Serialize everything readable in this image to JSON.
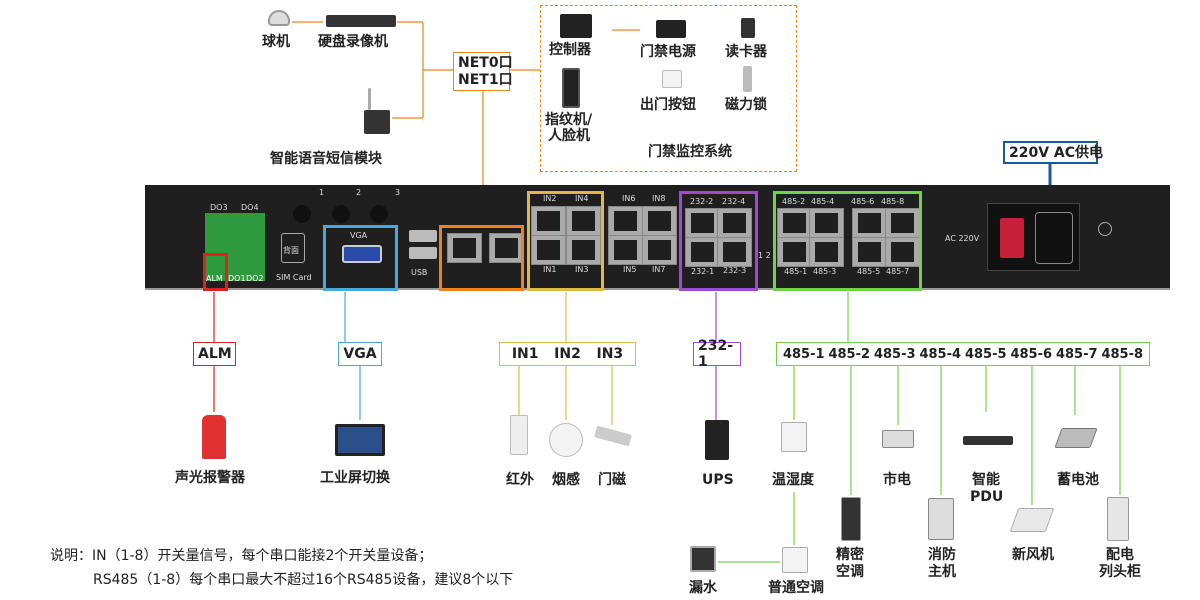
{
  "network": {
    "camera": "球机",
    "nvr": "硬盘录像机",
    "voice_module": "智能语音短信模块",
    "net_ports": [
      "NET0口",
      "NET1口"
    ]
  },
  "access_control": {
    "controller": "控制器",
    "power": "门禁电源",
    "card_reader": "读卡器",
    "fingerprint": "指纹机/",
    "face": "人脸机",
    "exit_button": "出门按钮",
    "magnetic_lock": "磁力锁",
    "title": "门禁监控系统"
  },
  "power_supply": "220V AC供电",
  "panel": {
    "do_top": [
      "DO3",
      "DO4"
    ],
    "do_bottom": [
      "ALM",
      "DO1",
      "DO2"
    ],
    "back": "背面",
    "sim": "SIM Card",
    "antennas": [
      "1",
      "2",
      "3"
    ],
    "vga": "VGA",
    "usb": "USB",
    "in_top": [
      "IN2",
      "IN4",
      "IN6",
      "IN8"
    ],
    "in_bottom": [
      "IN1",
      "IN3",
      "IN5",
      "IN7"
    ],
    "rs232_top": [
      "232-2",
      "232-4"
    ],
    "rs232_bottom": [
      "232-1",
      "232-3"
    ],
    "pins": "1 2",
    "rs485_top": [
      "485-2",
      "485-4",
      "485-6",
      "485-8"
    ],
    "rs485_bottom": [
      "485-1",
      "485-3",
      "485-5",
      "485-7"
    ],
    "ac": "AC 220V"
  },
  "outputs": {
    "alm": {
      "tag": "ALM",
      "device": "声光报警器"
    },
    "vga": {
      "tag": "VGA",
      "device": "工业屏切换"
    },
    "in": {
      "tags": [
        "IN1",
        "IN2",
        "IN3"
      ],
      "devices": [
        "红外",
        "烟感",
        "门磁"
      ]
    },
    "rs232": {
      "tag": "232-1",
      "device": "UPS"
    },
    "rs485": {
      "tags": [
        "485-1",
        "485-2",
        "485-3",
        "485-4",
        "485-5",
        "485-6",
        "485-7",
        "485-8"
      ],
      "temp": "温湿度",
      "precision_ac_1": "精密",
      "precision_ac_2": "空调",
      "mains": "市电",
      "fire_1": "消防",
      "fire_2": "主机",
      "pdu_1": "智能",
      "pdu_2": "PDU",
      "fresh_air": "新风机",
      "battery": "蓄电池",
      "cabinet_1": "配电",
      "cabinet_2": "列头柜",
      "leak": "漏水",
      "normal_ac": "普通空调"
    }
  },
  "notes": [
    "说明：IN（1-8）开关量信号，每个串口能接2个开关量设备；",
    "RS485（1-8）每个串口最大不超过16个RS485设备，建议8个以下"
  ],
  "colors": {
    "alm": "#e02020",
    "vga": "#4aa8dc",
    "net": "#f0821e",
    "in": "#e0b84a",
    "rs232": "#a04ad0",
    "rs485": "#6fd44a",
    "power": "#1c5a96",
    "panel": "#1f1f1f"
  }
}
